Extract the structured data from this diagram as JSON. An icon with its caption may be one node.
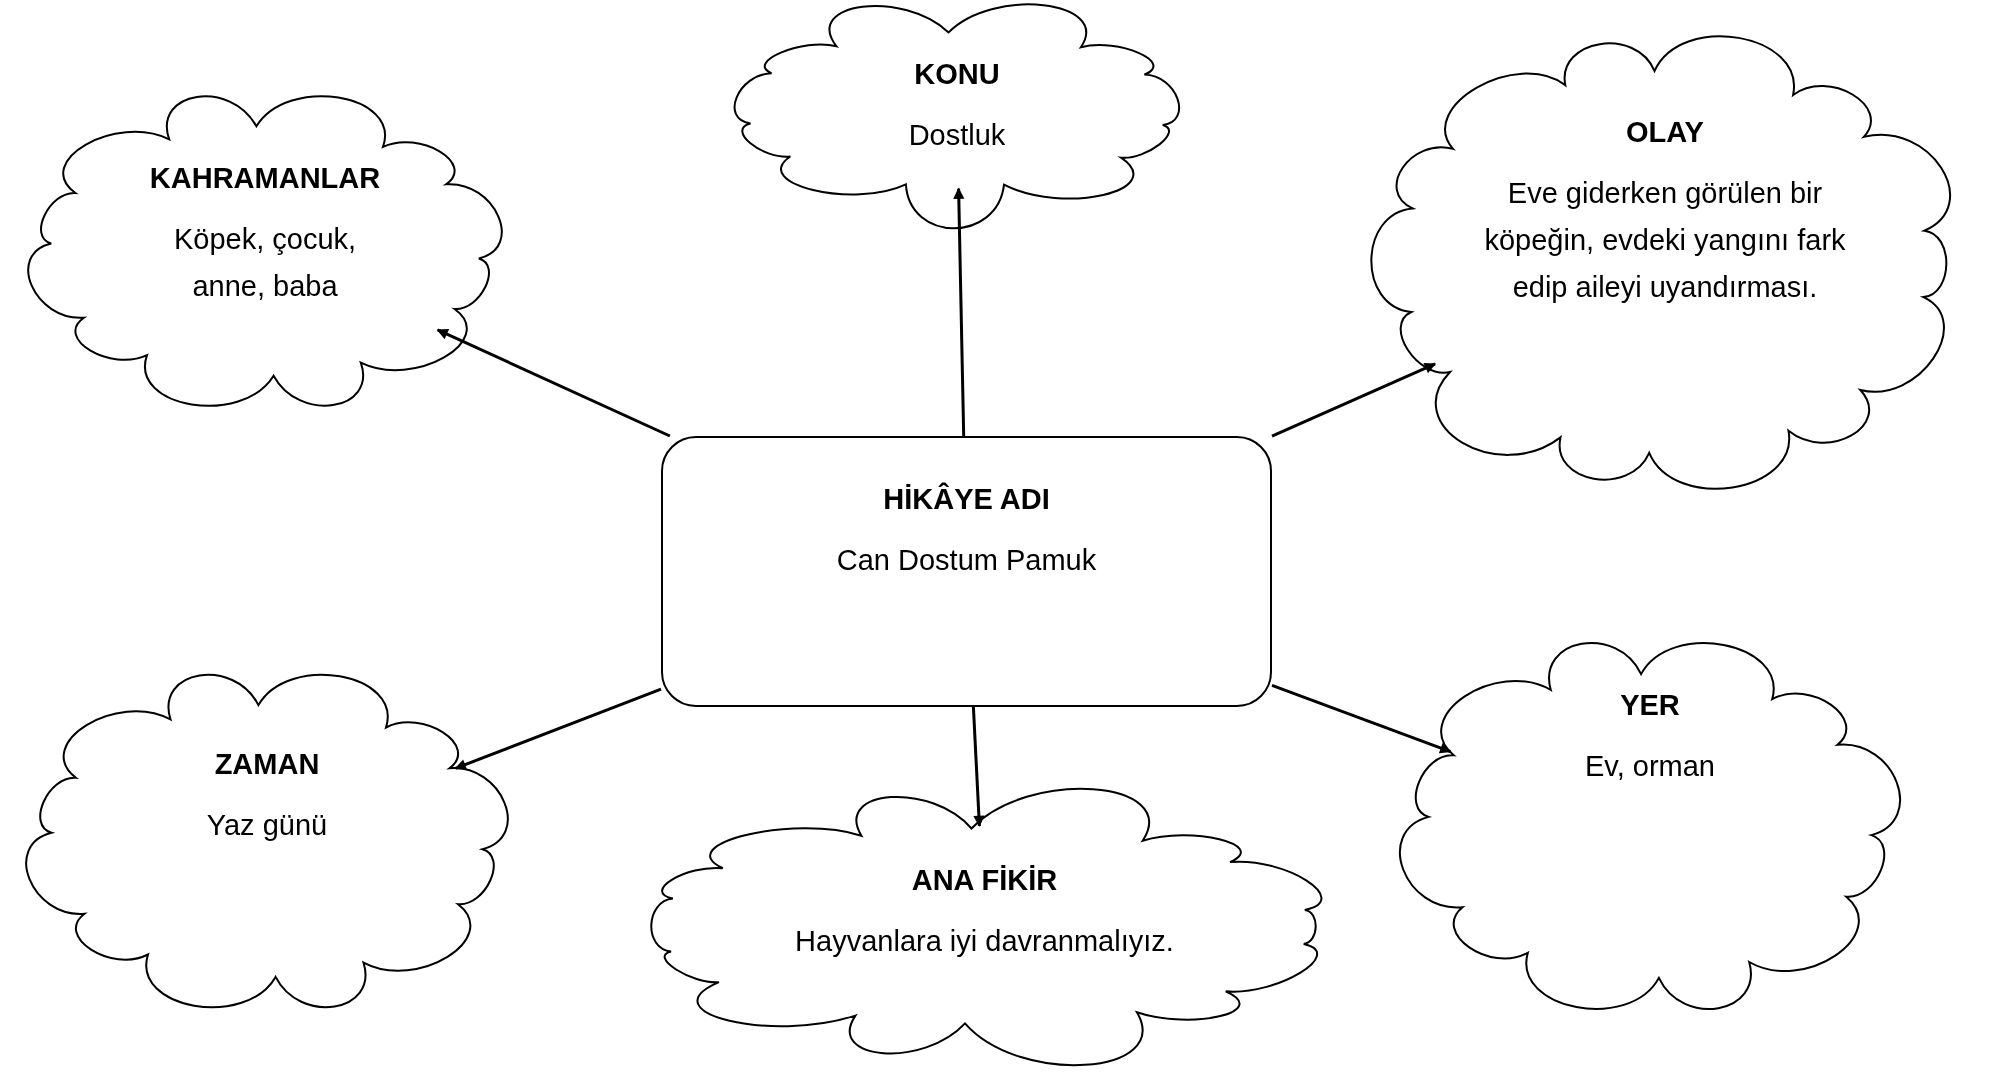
{
  "diagram": {
    "nodes": [
      {
        "text": [
          "KONU",
          "Dostluk"
        ]
      },
      {
        "text": [
          "KAHRAMANLAR",
          "Köpek, çocuk, anne, baba"
        ]
      },
      {
        "text": [
          "OLAY",
          "Eve giderken görülen bir köpeğin, evdeki yangını fark edip aileyi uyandırması."
        ]
      },
      {
        "text": [
          "HİKÂYE ADI",
          "Can Dostum Pamuk"
        ]
      },
      {
        "text": [
          "YER",
          "Ev, orman"
        ]
      },
      {
        "text": [
          "ZAMAN",
          "Yaz günü"
        ]
      },
      {
        "text": [
          "ANA FİKİR",
          "Hayvanlara iyi davranmalıyız."
        ]
      }
    ],
    "edges": [
      {
        "from": 3,
        "to": 0,
        "arrow": "to"
      },
      {
        "from": 3,
        "to": 1,
        "arrow": "to"
      },
      {
        "from": 3,
        "to": 2,
        "arrow": "to"
      },
      {
        "from": 3,
        "to": 4,
        "arrow": "to"
      },
      {
        "from": 3,
        "to": 5,
        "arrow": "to"
      },
      {
        "from": 3,
        "to": 6,
        "arrow": "to"
      }
    ]
  }
}
